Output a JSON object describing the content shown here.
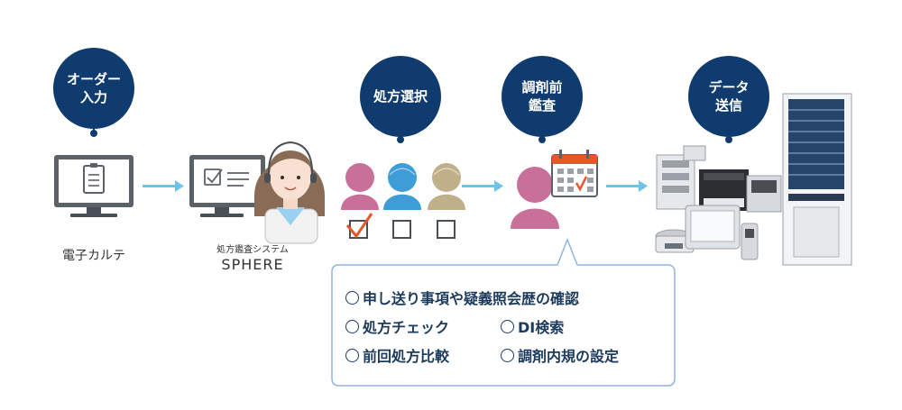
{
  "steps": {
    "order": {
      "label": "オーダー\n入力"
    },
    "select": {
      "label": "処方選択"
    },
    "precheck": {
      "label": "調剤前\n鑑査"
    },
    "send": {
      "label": "データ\n送信"
    }
  },
  "captions": {
    "ehr": "電子カルテ",
    "sphere_sub": "処方鑑査システム",
    "sphere_main": "SPHERE"
  },
  "checklist": {
    "items": [
      "申し送り事項や疑義照会歴の確認",
      "処方チェック",
      "DI検索",
      "前回処方比較",
      "調剤内規の設定"
    ]
  },
  "colors": {
    "pin": "#0f3b6e",
    "arrow": "#6fc3e6",
    "pink": "#c9709a",
    "blue": "#3e9cd6",
    "tan": "#bfb08a",
    "check": "#e8552b",
    "panel_border": "#8fb6e0"
  },
  "icons": [
    "monitor-icon",
    "document-icon",
    "checklist-icon",
    "calendar-icon",
    "check-icon",
    "arrow-icon",
    "pharmacist-icon",
    "person-icon",
    "machine-icon"
  ]
}
